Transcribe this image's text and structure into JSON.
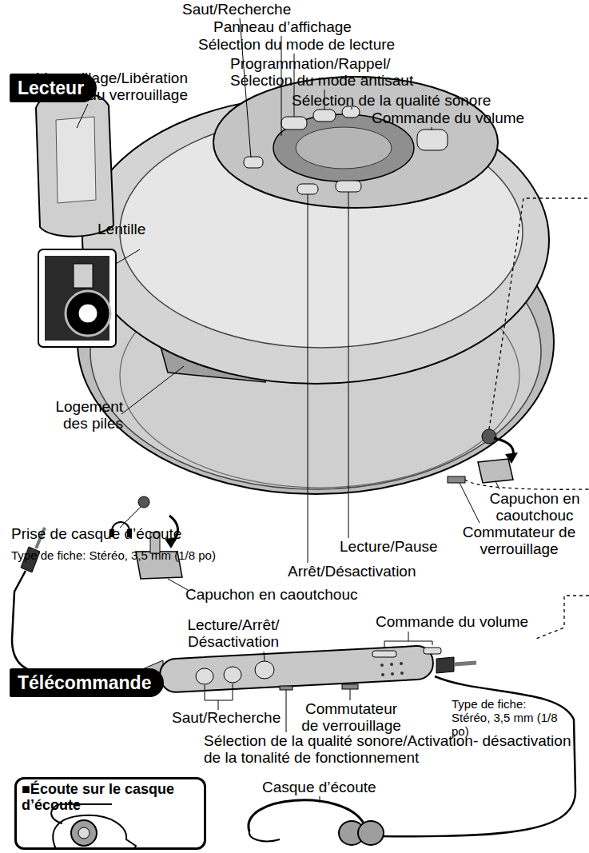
{
  "diagram": {
    "nodes": [
      {
        "text": [
          "Lecteur"
        ]
      },
      {
        "text": [
          "Télécommande"
        ]
      },
      {
        "text": [
          "■Écoute sur le casque d’écoute"
        ]
      }
    ],
    "labels": [
      "Saut/Recherche",
      "Panneau d’affichage",
      "Sélection du mode de lecture",
      "Programmation/Rappel/ Sélection du mode antisaut",
      "Sélection de la qualité sonore",
      "Commande du volume",
      "Verrouillage/Libération du verrouillage",
      "Lentille",
      "Logement des piles",
      "Capuchon en caoutchouc",
      "Prise de casque d’écoute",
      "Type de fiche: Stéréo, 3,5 mm (1/8 po)",
      "Lecture/Pause",
      "Commutateur de verrouillage",
      "Arrêt/Désactivation",
      "Capuchon en caoutchouc",
      "Lecture/Arrêt/ Désactivation",
      "Commande du volume",
      "Type de fiche: Stéréo, 3,5 mm (1/8 po)",
      "Saut/Recherche",
      "Commutateur de verrouillage",
      "Sélection de la qualité sonore/Activation- désactivation de la tonalité de fonctionnement",
      "Casque d’écoute"
    ]
  }
}
